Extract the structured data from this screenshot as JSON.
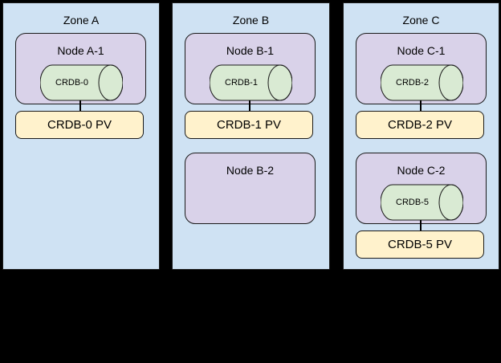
{
  "zones": [
    {
      "label": "Zone A",
      "nodes": [
        {
          "label": "Node A-1",
          "pod_label": "CRDB-0",
          "pv_label": "CRDB-0 PV"
        }
      ]
    },
    {
      "label": "Zone B",
      "nodes": [
        {
          "label": "Node B-1",
          "pod_label": "CRDB-1",
          "pv_label": "CRDB-1 PV"
        },
        {
          "label": "Node B-2"
        }
      ]
    },
    {
      "label": "Zone C",
      "nodes": [
        {
          "label": "Node C-1",
          "pod_label": "CRDB-2",
          "pv_label": "CRDB-2 PV"
        },
        {
          "label": "Node C-2",
          "pod_label": "CRDB-5",
          "pv_label": "CRDB-5 PV"
        }
      ]
    }
  ],
  "colors": {
    "background": "#000000",
    "zone_fill": "#cfe2f3",
    "node_fill": "#d9d2e9",
    "pod_fill": "#d9ead3",
    "pv_fill": "#fff2cc",
    "stroke": "#1a1a1a"
  }
}
